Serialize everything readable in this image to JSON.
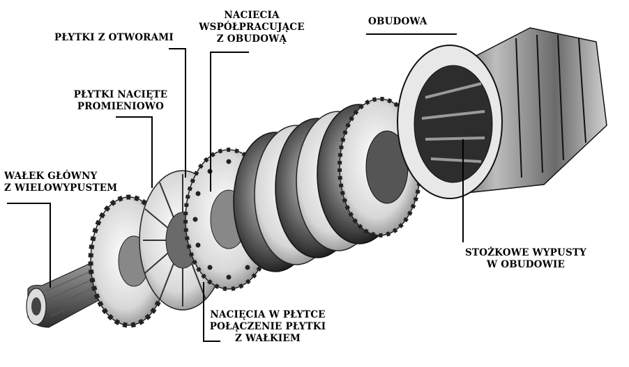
{
  "labels": {
    "obudowa": "OBUDOWA",
    "naciecia_wspolpracujace": [
      "NACIECIA",
      "WSPÓŁPRACUJĄCE",
      "Z OBUDOWĄ"
    ],
    "plytki_z_otworami": "PŁYTKI Z OTWORAMI",
    "plytki_naciete": [
      "PŁYTKI NACIĘTE",
      "PROMIENIOWO"
    ],
    "walek_glowny": [
      "WAŁEK GŁÓWNY",
      "Z WIELOWYPUSTEM"
    ],
    "stozkowe_wypusty": [
      "STOŻKOWE WYPUSTY",
      "W OBUDOWIE"
    ],
    "naciecia_w_plytce": [
      "NACIĘCIA W PŁYTCE",
      "POŁĄCZENIE PŁYTKI",
      "Z WAŁKIEM"
    ]
  },
  "colors": {
    "ink": "#000000",
    "metal_dark": "#2a2a2a",
    "metal_mid": "#7a7a7a",
    "metal_light": "#d6d6d6",
    "paper": "#ffffff"
  }
}
